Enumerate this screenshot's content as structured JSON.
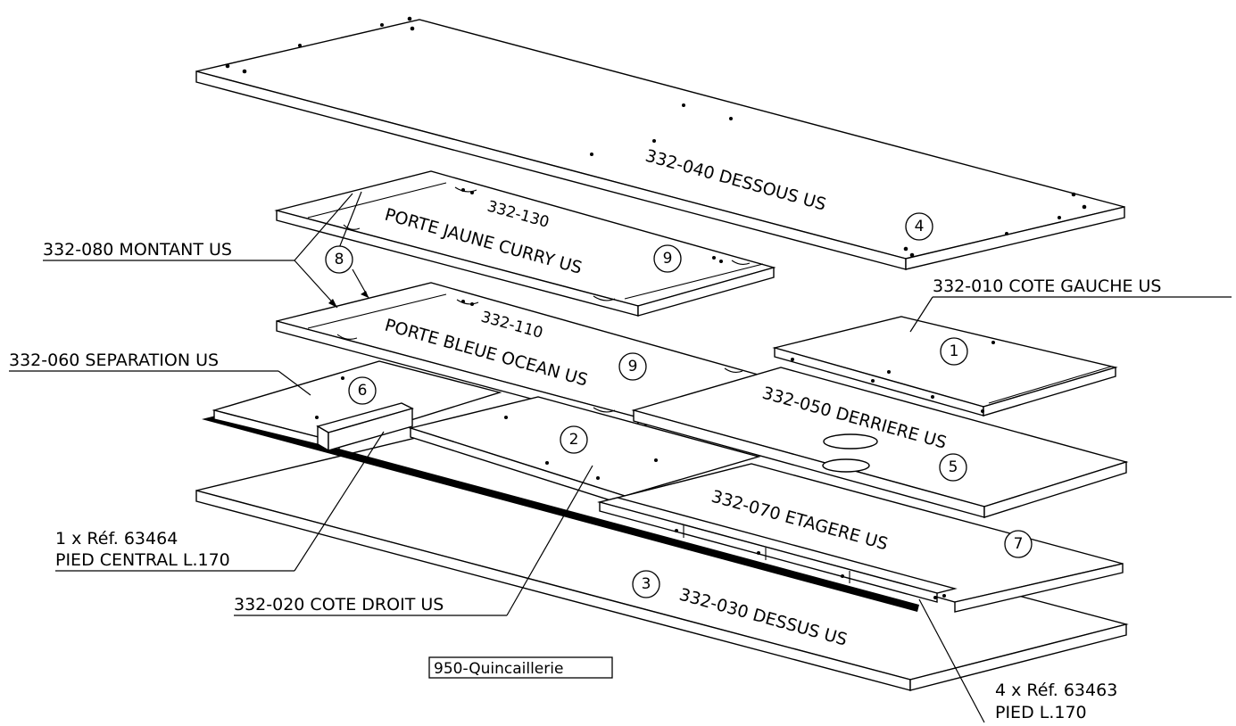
{
  "parts": {
    "dessous": {
      "ref": "332-040 DESSOUS US",
      "num": "4"
    },
    "porte_jaune": {
      "ref": "332-130",
      "name": "PORTE JAUNE CURRY US",
      "num": "9"
    },
    "montant": {
      "ref": "332-080 MONTANT US",
      "num": "8"
    },
    "porte_bleue": {
      "ref": "332-110",
      "name": "PORTE BLEUE OCEAN US",
      "num": "9"
    },
    "cote_gauche": {
      "ref": "332-010 COTE GAUCHE US",
      "num": "1"
    },
    "separation": {
      "ref": "332-060 SEPARATION US",
      "num": "6"
    },
    "derriere": {
      "ref": "332-050 DERRIERE US",
      "num": "5"
    },
    "cote_droit": {
      "ref": "332-020 COTE DROIT US",
      "num": "2"
    },
    "etagere": {
      "ref": "332-070 ETAGERE US",
      "num": "7"
    },
    "dessus": {
      "ref": "332-030 DESSUS US",
      "num": "3"
    }
  },
  "hardware": {
    "pied_central": {
      "qty_ref": "1 x Réf. 63464",
      "desc": "PIED CENTRAL L.170"
    },
    "pied": {
      "qty_ref": "4 x Réf. 63463",
      "desc": "PIED L.170"
    },
    "quincaillerie": "950-Quincaillerie"
  }
}
